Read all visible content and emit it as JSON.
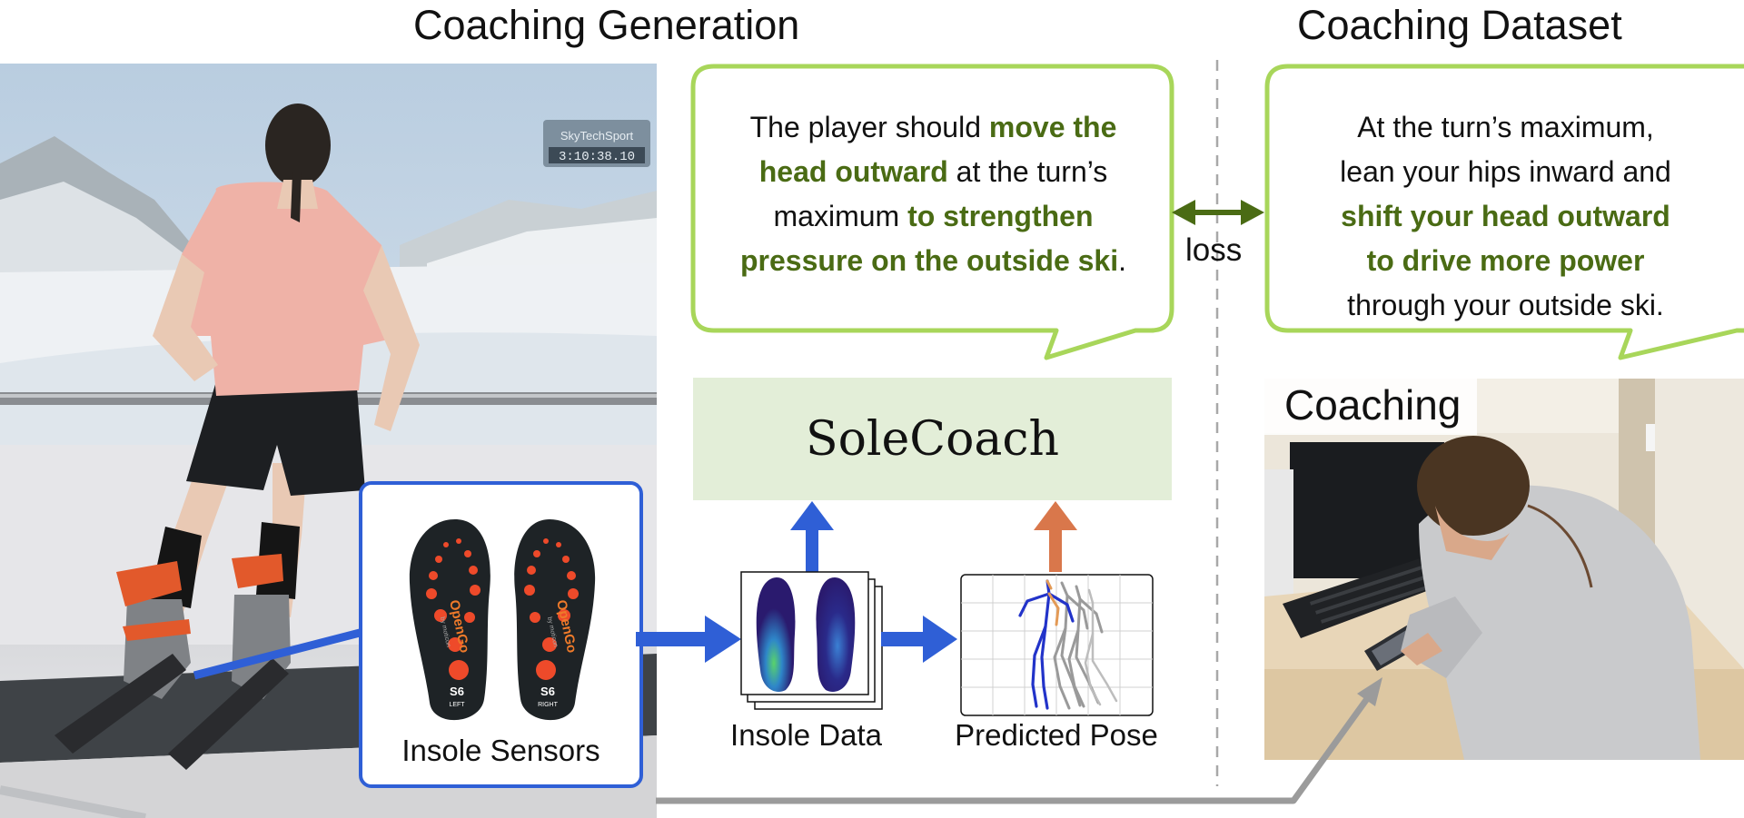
{
  "titles": {
    "left": "Coaching Generation",
    "right": "Coaching Dataset"
  },
  "generated_bubble": {
    "line1_plain": "The player should ",
    "line1_bold": "move the",
    "line2_bold": "head outward",
    "line2_plain": " at the turn’s",
    "line3_plain": "maximum ",
    "line3_bold": "to strengthen",
    "line4_bold": "pressure on the outside ski",
    "line4_plain": "."
  },
  "dataset_bubble": {
    "line1_plain": "At the turn’s maximum,",
    "line2_plain": "lean your hips inward and",
    "line3_bold": "shift your head outward",
    "line4_bold": "to drive more power",
    "line5_plain": "through your outside ski."
  },
  "loss_label": "loss",
  "model_name": "SoleCoach",
  "coaching_label": "Coaching",
  "insole_sensors": {
    "caption": "Insole Sensors",
    "brand": "OpenGo",
    "sub_brand": "by moticon",
    "left_model": "S6",
    "left_side": "LEFT",
    "right_model": "S6",
    "right_side": "RIGHT"
  },
  "insole_data_caption": "Insole Data",
  "predicted_pose_caption": "Predicted Pose",
  "ski_screen_display": {
    "brand": "SkyTechSport",
    "timer": "3:10:38.10"
  },
  "colors": {
    "bubble_border": "#a8d65a",
    "bubble_bold_text": "#4a6b14",
    "blue_arrow": "#2f5fd6",
    "orange_arrow": "#d9774b",
    "loss_arrow": "#4a6b14",
    "gray_arrow": "#9b9b9b",
    "solecoach_bg": "#e3eed8"
  }
}
